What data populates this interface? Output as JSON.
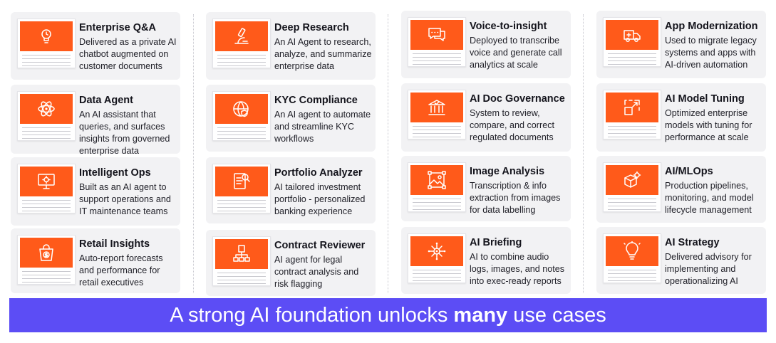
{
  "colors": {
    "accent": "#ff5a1a",
    "banner_bg": "#5c4df5",
    "card_bg": "#f2f2f4"
  },
  "columns": [
    [
      {
        "title": "Enterprise Q&A",
        "desc": "Delivered as a private AI chatbot augmented on customer documents",
        "icon": "lightbulb-head-icon"
      },
      {
        "title": "Data Agent",
        "desc": "An AI assistant that queries, and surfaces insights from governed enterprise data",
        "icon": "atom-icon"
      },
      {
        "title": "Intelligent Ops",
        "desc": "Built as an AI agent to support operations and IT maintenance teams",
        "icon": "monitor-gear-icon"
      },
      {
        "title": "Retail Insights",
        "desc": "Auto-report forecasts and performance for retail executives",
        "icon": "shopping-bag-dollar-icon"
      }
    ],
    [
      {
        "title": "Deep Research",
        "desc": "An AI Agent to research, analyze, and summarize enterprise data",
        "icon": "microscope-icon"
      },
      {
        "title": "KYC Compliance",
        "desc": "An AI agent to automate and streamline KYC workflows",
        "icon": "globe-shield-icon"
      },
      {
        "title": "Portfolio Analyzer",
        "desc": "AI tailored investment portfolio - personalized banking experience",
        "icon": "document-search-icon"
      },
      {
        "title": "Contract Reviewer",
        "desc": "AI agent for legal contract analysis and risk flagging",
        "icon": "document-flow-icon"
      }
    ],
    [
      {
        "title": "Voice-to-insight",
        "desc": "Deployed to transcribe voice and generate call analytics at scale",
        "icon": "chat-bubbles-icon"
      },
      {
        "title": "AI Doc Governance",
        "desc": "System to review, compare, and correct regulated documents",
        "icon": "institution-check-icon"
      },
      {
        "title": "Image Analysis",
        "desc": "Transcription & info extraction from images for data labelling",
        "icon": "image-frame-icon"
      },
      {
        "title": "AI Briefing",
        "desc": "AI to combine audio logs, images, and notes into exec-ready reports",
        "icon": "network-gear-icon"
      }
    ],
    [
      {
        "title": "App Modernization",
        "desc": "Used to migrate legacy systems and apps with AI-driven automation",
        "icon": "delivery-truck-icon"
      },
      {
        "title": "AI Model Tuning",
        "desc": "Optimized enterprise models with tuning for performance at scale",
        "icon": "resize-arrows-icon"
      },
      {
        "title": "AI/MLOps",
        "desc": "Production pipelines, monitoring, and model lifecycle management",
        "icon": "cube-gear-icon"
      },
      {
        "title": "AI Strategy",
        "desc": "Delivered advisory for implementing and operationalizing AI",
        "icon": "lightbulb-icon"
      }
    ]
  ],
  "banner": {
    "prefix": "A strong AI foundation unlocks ",
    "emphasis": "many",
    "suffix": " use cases"
  }
}
